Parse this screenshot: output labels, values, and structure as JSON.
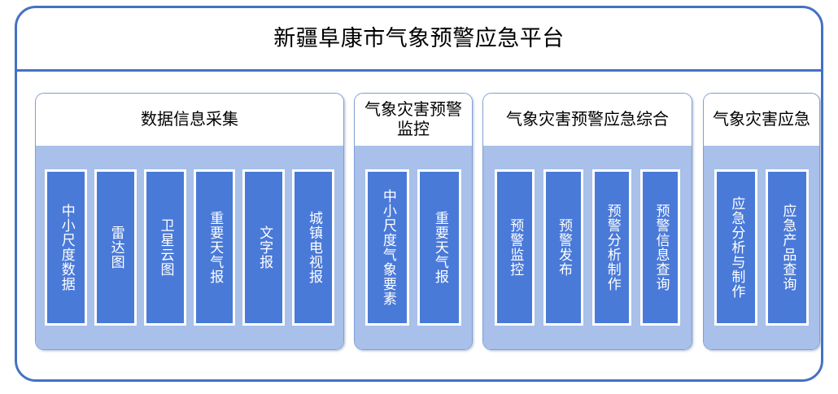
{
  "platform": {
    "title": "新疆阜康市气象预警应急平台",
    "border_color": "#4472c4",
    "body_color": "#a8c0ea",
    "item_color": "#4a7ad8"
  },
  "groups": [
    {
      "name": "data-collection",
      "title": "数据信息采集",
      "items": [
        {
          "label": "中小尺度数据"
        },
        {
          "label": "雷达图"
        },
        {
          "label": "卫星云图"
        },
        {
          "label": "重要天气报"
        },
        {
          "label": "文字报"
        },
        {
          "label": "城镇电视报"
        }
      ]
    },
    {
      "name": "disaster-warning-monitoring",
      "title": "气象灾害预警监控",
      "items": [
        {
          "label": "中小尺度气象要素"
        },
        {
          "label": "重要天气报"
        }
      ]
    },
    {
      "name": "warning-emergency-integration",
      "title": "气象灾害预警应急综合",
      "items": [
        {
          "label": "预警监控"
        },
        {
          "label": "预警发布"
        },
        {
          "label": "预警分析制作"
        },
        {
          "label": "预警信息查询"
        }
      ]
    },
    {
      "name": "disaster-emergency",
      "title": "气象灾害应急",
      "items": [
        {
          "label": "应急分析与制作"
        },
        {
          "label": "应急产品查询"
        }
      ]
    }
  ]
}
